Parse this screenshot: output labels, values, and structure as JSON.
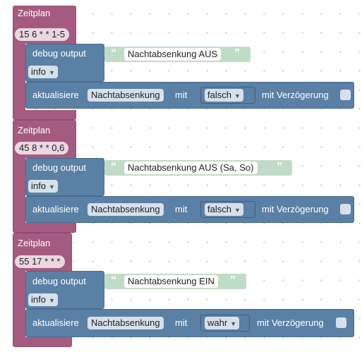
{
  "blocks": [
    {
      "title": "Zeitplan",
      "cron": "15 6 * * 1-5",
      "debug_label": "debug output",
      "debug_text": "Nachtabsenkung AUS",
      "log_level": "info",
      "update_label": "aktualisiere",
      "variable": "Nachtabsenkung",
      "with_label": "mit",
      "value": "falsch",
      "delay_label": "mit Verzögerung"
    },
    {
      "title": "Zeitplan",
      "cron": "45 8 * * 0,6",
      "debug_label": "debug output",
      "debug_text": "Nachtabsenkung AUS (Sa, So)",
      "log_level": "info",
      "update_label": "aktualisiere",
      "variable": "Nachtabsenkung",
      "with_label": "mit",
      "value": "falsch",
      "delay_label": "mit Verzögerung"
    },
    {
      "title": "Zeitplan",
      "cron": "55 17 * * *",
      "debug_label": "debug output",
      "debug_text": "Nachtabsenkung EIN",
      "log_level": "info",
      "update_label": "aktualisiere",
      "variable": "Nachtabsenkung",
      "with_label": "mit",
      "value": "wahr",
      "delay_label": "mit Verzögerung"
    }
  ],
  "glyphs": {
    "open_quote": "“",
    "close_quote": "”",
    "dropdown": "▼"
  },
  "colors": {
    "schedule": "#a55b80",
    "statement": "#5b80a5",
    "text": "#bfdcc6"
  }
}
